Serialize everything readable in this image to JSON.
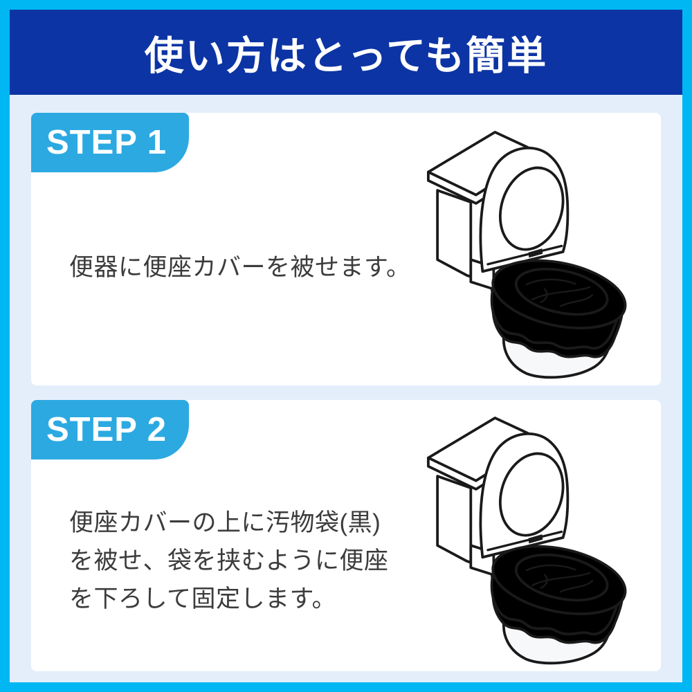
{
  "title": "使い方はとっても簡単",
  "colors": {
    "frame": "#00b7f4",
    "header_bg": "#0c34a4",
    "header_text": "#ffffff",
    "page_bg": "#e4eefb",
    "card_bg": "#ffffff",
    "badge_bg": "#2ca9e1",
    "badge_text": "#ffffff",
    "caption_text": "#3c3c3c",
    "outline": "#1a1a1a",
    "cover_light": "#d9e3f2",
    "cover_lighter": "#eef2f9",
    "bag_dark": "#282828",
    "under_bag": "#cbd9ee"
  },
  "steps": [
    {
      "badge": "STEP 1",
      "lines": [
        "便器に便座カバーを被せます。"
      ],
      "illustration": "toilet-with-light-blue-seat-cover"
    },
    {
      "badge": "STEP 2",
      "lines": [
        "便座カバーの上に汚物袋(黒)",
        "を被せ、袋を挟むように便座",
        "を下ろして固定します。"
      ],
      "illustration": "toilet-with-black-waste-bag-clamped-under-seat"
    }
  ]
}
